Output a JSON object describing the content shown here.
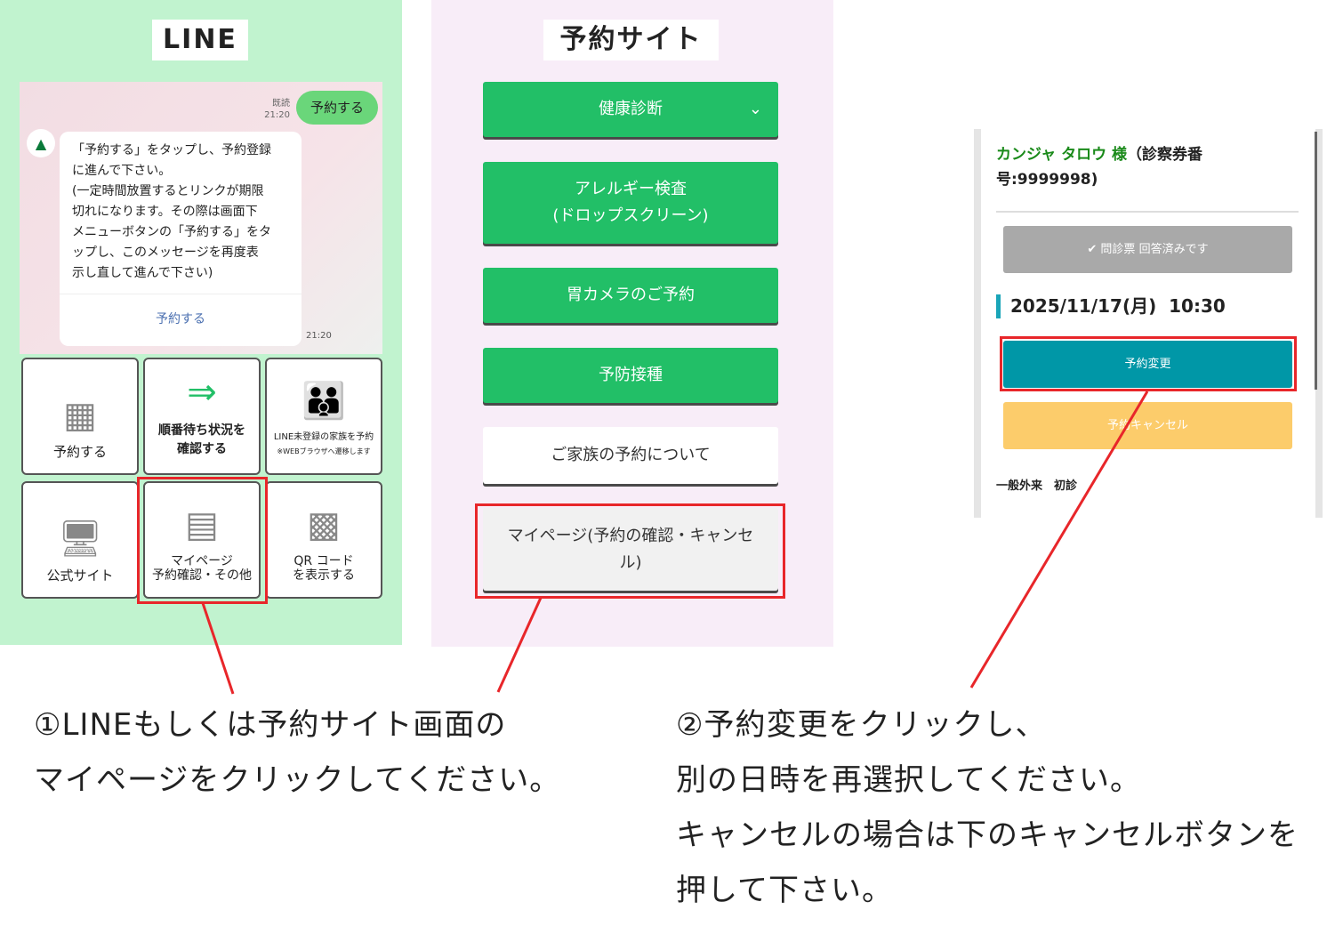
{
  "line_panel": {
    "title": "LINE",
    "chat": {
      "read_label": "既読",
      "sent_time": "21:20",
      "sent_message": "予約する",
      "bot_message": "「予約する」をタップし、予約登録\nに進んで下さい。\n(一定時間放置するとリンクが期限\n切れになります。その際は画面下\nメニューボタンの「予約する」をタ\nップし、このメッセージを再度表\n示し直して進んで下さい)",
      "bot_link": "予約する",
      "bot_time": "21:20"
    },
    "menu": [
      {
        "label": "予約する",
        "sub": "",
        "icon": "calendar-icon"
      },
      {
        "label": "順番待ち状況を\n確認する",
        "sub": "",
        "icon": "queue-icon"
      },
      {
        "label": "LINE未登録の家族を予約",
        "sub": "※WEBブラウザへ遷移します",
        "icon": "family-icon"
      },
      {
        "label": "公式サイト",
        "sub": "",
        "icon": "home-monitor-icon"
      },
      {
        "label": "マイページ\n予約確認・その他",
        "sub": "",
        "icon": "document-user-icon"
      },
      {
        "label": "QR コード\nを表示する",
        "sub": "",
        "icon": "qr-code-icon"
      }
    ]
  },
  "site_panel": {
    "title": "予約サイト",
    "buttons": [
      "健康診断",
      "アレルギー検査\n(ドロップスクリーン)",
      "胃カメラのご予約",
      "予防接種",
      "ご家族の予約について",
      "マイページ(予約の確認・キャンセ\nル)"
    ]
  },
  "mypage": {
    "patient_name": "カンジャ タロウ 様",
    "patient_id": "（診察券番\n号:9999998)",
    "questionnaire": "✔ 問診票 回答済みです",
    "datetime": "2025/11/17(月)  10:30",
    "change_button": "予約変更",
    "cancel_button": "予約キャンセル",
    "visit_type": "一般外来　初診"
  },
  "captions": {
    "step1": [
      "①LINEもしくは予約サイト画面の",
      "マイページをクリックしてください。"
    ],
    "step2": [
      "②予約変更をクリックし、",
      "別の日時を再選択してください。",
      "キャンセルの場合は下のキャンセルボタンを",
      "押して下さい。"
    ]
  },
  "colors": {
    "line_bg": "#c1f3cf",
    "site_bg": "#f8edf8",
    "green": "#22bf67",
    "teal": "#0097a7",
    "yellow": "#fccc6b",
    "highlight": "#e8262a"
  }
}
